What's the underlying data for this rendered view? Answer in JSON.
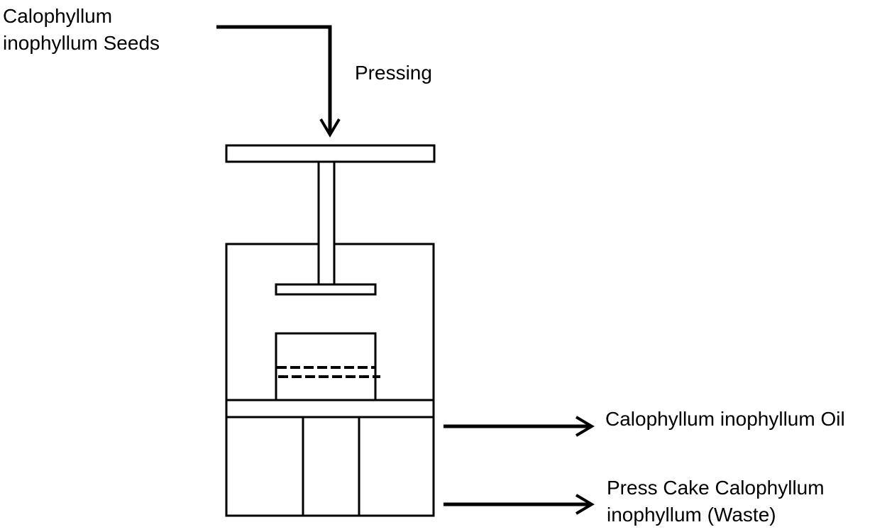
{
  "labels": {
    "seeds_line1": "Calophyllum",
    "seeds_line2": "inophyllum Seeds",
    "pressing": "Pressing",
    "oil": "Calophyllum inophyllum Oil",
    "cake_line1": "Press Cake Calophyllum",
    "cake_line2": "inophyllum (Waste)"
  },
  "colors": {
    "stroke": "#000000",
    "background": "#ffffff"
  }
}
